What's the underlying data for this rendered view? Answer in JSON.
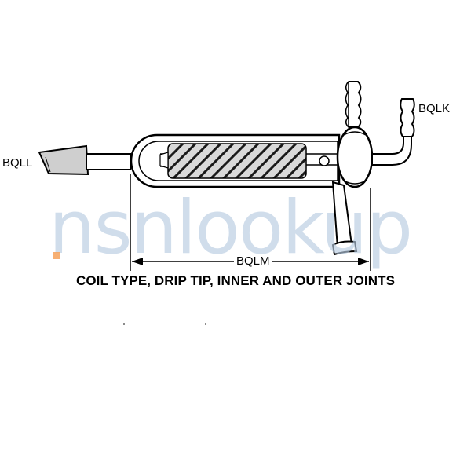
{
  "labels": {
    "inlet_tip": "BQLL",
    "outlet_joint": "BQLK",
    "length_dimension": "BQLM"
  },
  "caption": "COIL TYPE, DRIP TIP, INNER AND OUTER JOINTS",
  "watermark": "nsnlookup",
  "colors": {
    "line": "#000000",
    "watermark": "#b7cbe1",
    "watermark_accent": "#f5a15a"
  }
}
